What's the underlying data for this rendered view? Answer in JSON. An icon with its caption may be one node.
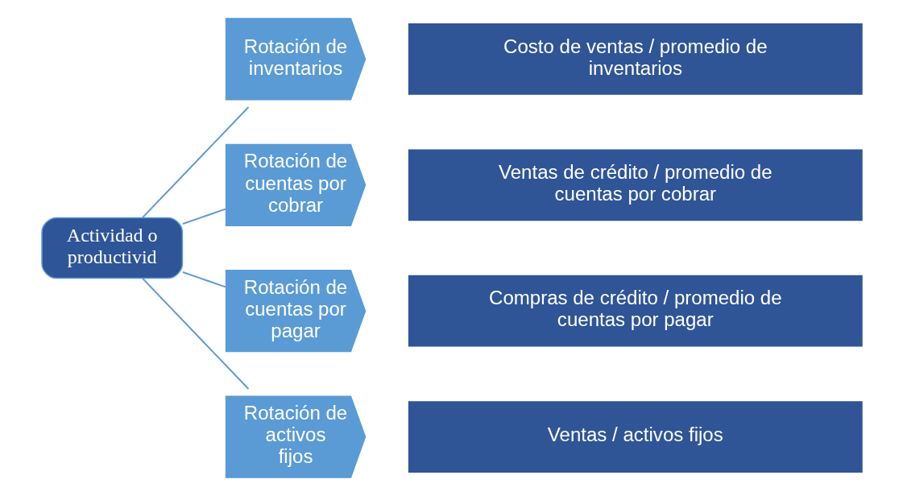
{
  "diagram": {
    "nodes": [
      {
        "text": [
          "Actividad o productivid"
        ]
      },
      {
        "text": [
          "Rotación de inventarios"
        ]
      },
      {
        "text": [
          "Costo de ventas / promedio de inventarios"
        ]
      },
      {
        "text": [
          "Rotación de cuentas por cobrar"
        ]
      },
      {
        "text": [
          "Ventas de crédito / promedio de cuentas por cobrar"
        ]
      },
      {
        "text": [
          "Rotación de cuentas por pagar"
        ]
      },
      {
        "text": [
          "Compras de crédito / promedio de cuentas por pagar"
        ]
      },
      {
        "text": [
          "Rotación de activos fijos"
        ]
      },
      {
        "text": [
          "Ventas / activos fijos"
        ]
      }
    ],
    "edges": [
      {
        "from": 0,
        "to": 1,
        "arrow": "none"
      },
      {
        "from": 0,
        "to": 3,
        "arrow": "none"
      },
      {
        "from": 0,
        "to": 5,
        "arrow": "none"
      },
      {
        "from": 0,
        "to": 7,
        "arrow": "none"
      }
    ]
  }
}
